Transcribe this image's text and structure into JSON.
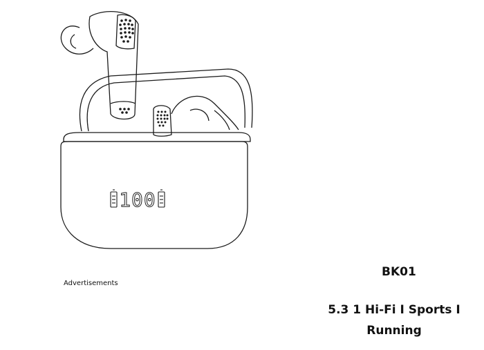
{
  "illustration": {
    "display_digits": "100",
    "line_color": "#1a1a1a"
  },
  "advertisements_label": "Advertisements",
  "product": {
    "model": "BK01",
    "tagline_line1": "5.3 1 Hi-Fi I Sports I",
    "tagline_line2": "Running"
  }
}
